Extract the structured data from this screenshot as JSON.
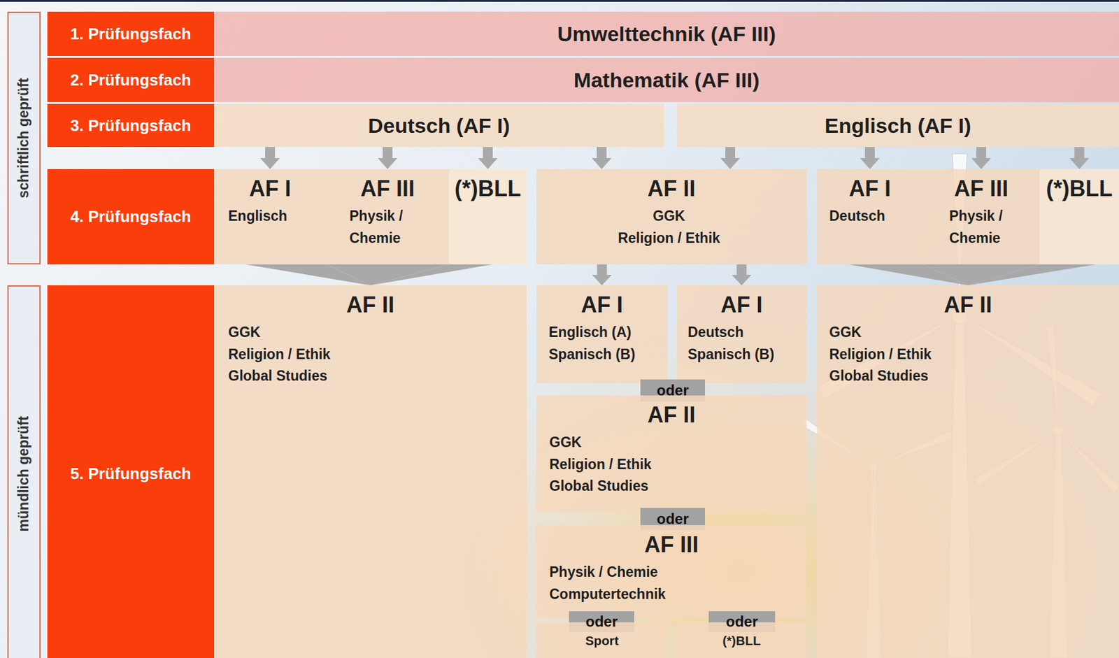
{
  "diagram": {
    "nodes": [
      {
        "text": [
          "schriftlich geprüft"
        ]
      },
      {
        "text": [
          "1. Prüfungsfach"
        ]
      },
      {
        "text": [
          "Umwelttechnik (AF III)"
        ]
      },
      {
        "text": [
          "2. Prüfungsfach"
        ]
      },
      {
        "text": [
          "Mathematik (AF III)"
        ]
      },
      {
        "text": [
          "3. Prüfungsfach"
        ]
      },
      {
        "text": [
          "Deutsch (AF I)"
        ]
      },
      {
        "text": [
          "Englisch (AF I)"
        ]
      },
      {
        "text": [
          "4. Prüfungsfach"
        ]
      },
      {
        "text": [
          "AF I",
          "Englisch"
        ]
      },
      {
        "text": [
          "AF III",
          "Physik / Chemie"
        ]
      },
      {
        "text": [
          "(*)BLL"
        ]
      },
      {
        "text": [
          "AF II",
          "GGK",
          "Religion / Ethik"
        ]
      },
      {
        "text": [
          "AF I",
          "Deutsch"
        ]
      },
      {
        "text": [
          "AF III",
          "Physik / Chemie"
        ]
      },
      {
        "text": [
          "(*)BLL"
        ]
      },
      {
        "text": [
          "mündlich geprüft"
        ]
      },
      {
        "text": [
          "5. Prüfungsfach"
        ]
      },
      {
        "text": [
          "AF II",
          "GGK",
          "Religion / Ethik",
          "Global Studies"
        ]
      },
      {
        "text": [
          "AF I",
          "Englisch (A)",
          "Spanisch (B)"
        ]
      },
      {
        "text": [
          "AF I",
          "Deutsch",
          "Spanisch (B)"
        ]
      },
      {
        "text": [
          "oder"
        ]
      },
      {
        "text": [
          "AF II",
          "GGK",
          "Religion / Ethik",
          "Global Studies"
        ]
      },
      {
        "text": [
          "oder"
        ]
      },
      {
        "text": [
          "AF III",
          "Physik / Chemie",
          "Computertechnik"
        ]
      },
      {
        "text": [
          "oder"
        ]
      },
      {
        "text": [
          "Sport"
        ]
      },
      {
        "text": [
          "oder"
        ]
      },
      {
        "text": [
          "(*)BLL"
        ]
      },
      {
        "text": [
          "AF II",
          "GGK",
          "Religion / Ethik",
          "Global Studies"
        ]
      }
    ],
    "edges": [
      {
        "from": 6,
        "to": 9,
        "arrow": "to"
      },
      {
        "from": 6,
        "to": 10,
        "arrow": "to"
      },
      {
        "from": 6,
        "to": 11,
        "arrow": "to"
      },
      {
        "from": 6,
        "to": 12,
        "arrow": "to"
      },
      {
        "from": 7,
        "to": 12,
        "arrow": "to"
      },
      {
        "from": 7,
        "to": 13,
        "arrow": "to"
      },
      {
        "from": 7,
        "to": 14,
        "arrow": "to"
      },
      {
        "from": 7,
        "to": 15,
        "arrow": "to"
      },
      {
        "from": 9,
        "to": 18,
        "arrow": "to"
      },
      {
        "from": 10,
        "to": 18,
        "arrow": "to"
      },
      {
        "from": 11,
        "to": 18,
        "arrow": "to"
      },
      {
        "from": 12,
        "to": 19,
        "arrow": "to"
      },
      {
        "from": 12,
        "to": 20,
        "arrow": "to"
      },
      {
        "from": 13,
        "to": 29,
        "arrow": "to"
      },
      {
        "from": 14,
        "to": 29,
        "arrow": "to"
      },
      {
        "from": 15,
        "to": 29,
        "arrow": "to"
      }
    ]
  }
}
